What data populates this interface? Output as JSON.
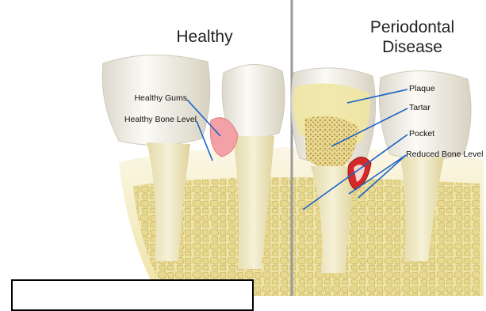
{
  "diagram": {
    "left_panel": {
      "title": "Healthy"
    },
    "right_panel": {
      "title_line1": "Periodontal",
      "title_line2": "Disease"
    },
    "labels": {
      "healthy_gums": "Healthy Gums",
      "healthy_bone_level": "Healthy Bone Level",
      "plaque": "Plaque",
      "tartar": "Tartar",
      "pocket": "Pocket",
      "reduced_bone_level": "Reduced Bone Level"
    },
    "colors": {
      "enamel": "#f4f2ea",
      "bone": "#ede3a3",
      "bone_cell": "#d8c87a",
      "gum_healthy": "#f3a0a6",
      "gum_diseased": "#d22a2a",
      "plaque": "#f0e6a0",
      "tartar": "#c8b060",
      "pointer_line": "#1a63c8"
    }
  }
}
